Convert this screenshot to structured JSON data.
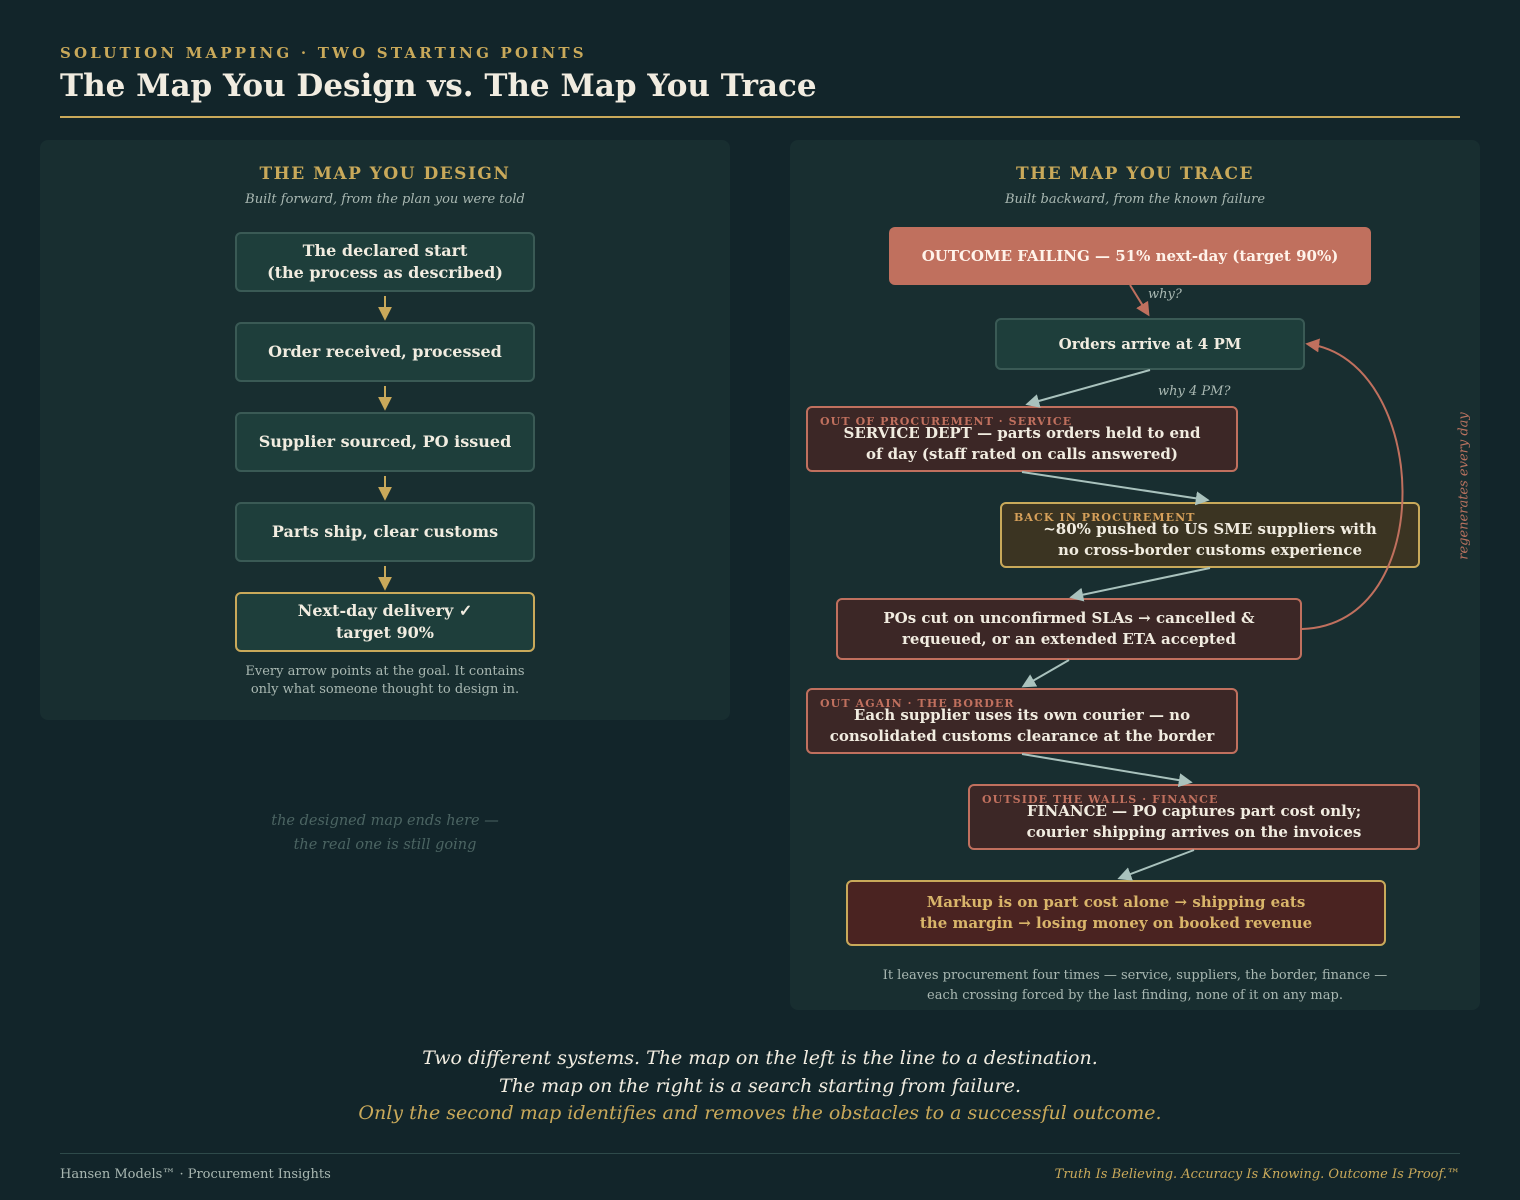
{
  "header": {
    "kicker": "SOLUTION MAPPING · TWO STARTING POINTS",
    "title": "The Map You Design vs. The Map You Trace"
  },
  "left_panel": {
    "title": "THE MAP YOU DESIGN",
    "subtitle": "Built forward, from the plan you were told",
    "steps": [
      {
        "line1": "The declared start",
        "line2": "(the process as described)"
      },
      {
        "line1": "Order received, processed"
      },
      {
        "line1": "Supplier sourced, PO issued"
      },
      {
        "line1": "Parts ship, clear customs"
      },
      {
        "line1": "Next-day delivery ✓",
        "line2": "target 90%"
      }
    ],
    "note_line1": "Every arrow points at the goal. It contains",
    "note_line2": "only what someone thought to design in.",
    "ghost_line1": "the designed map ends here —",
    "ghost_line2": "the real one is still going"
  },
  "right_panel": {
    "title": "THE MAP YOU TRACE",
    "subtitle": "Built backward, from the known failure",
    "failing": "OUTCOME FAILING — 51% next-day (target 90%)",
    "why1": "why?",
    "arrive": "Orders arrive at 4 PM",
    "why2": "why 4 PM?",
    "nodes": [
      {
        "tag": "OUT OF PROCUREMENT · SERVICE",
        "line1": "SERVICE DEPT — parts orders held to end",
        "line2": "of day (staff rated on calls answered)"
      },
      {
        "tag": "BACK IN PROCUREMENT",
        "line1": "~80% pushed to US SME suppliers with",
        "line2": "no cross-border customs experience"
      },
      {
        "tag": "",
        "line1": "POs cut on unconfirmed SLAs → cancelled &",
        "line2": "requeued, or an extended ETA accepted"
      },
      {
        "tag": "OUT AGAIN · THE BORDER",
        "line1": "Each supplier uses its own courier — no",
        "line2": "consolidated customs clearance at the border"
      },
      {
        "tag": "OUTSIDE THE WALLS · FINANCE",
        "line1": "FINANCE — PO captures part cost only;",
        "line2": "courier shipping arrives on the invoices"
      }
    ],
    "final_line1": "Markup is on part cost alone → shipping eats",
    "final_line2": "the margin → losing money on booked revenue",
    "loop_label": "regenerates every day",
    "note_line1": "It leaves procurement four times — service, suppliers, the border, finance —",
    "note_line2": "each crossing forced by the last finding, none of it on any map."
  },
  "closing": {
    "line1": "Two different systems. The map on the left is the line to a destination.",
    "line2": "The map on the right is a search starting from failure.",
    "line3": "Only the second map identifies and removes the obstacles to a successful outcome."
  },
  "footer": {
    "left": "Hansen Models™ · Procurement Insights",
    "right": "Truth Is Believing. Accuracy Is Knowing. Outcome Is Proof.™"
  },
  "colors": {
    "background": "#12252a",
    "panel": "#182e30",
    "accent_gold": "#c9a95a",
    "failure_red": "#c0705e",
    "arrow_gray": "#a9c2bd"
  }
}
